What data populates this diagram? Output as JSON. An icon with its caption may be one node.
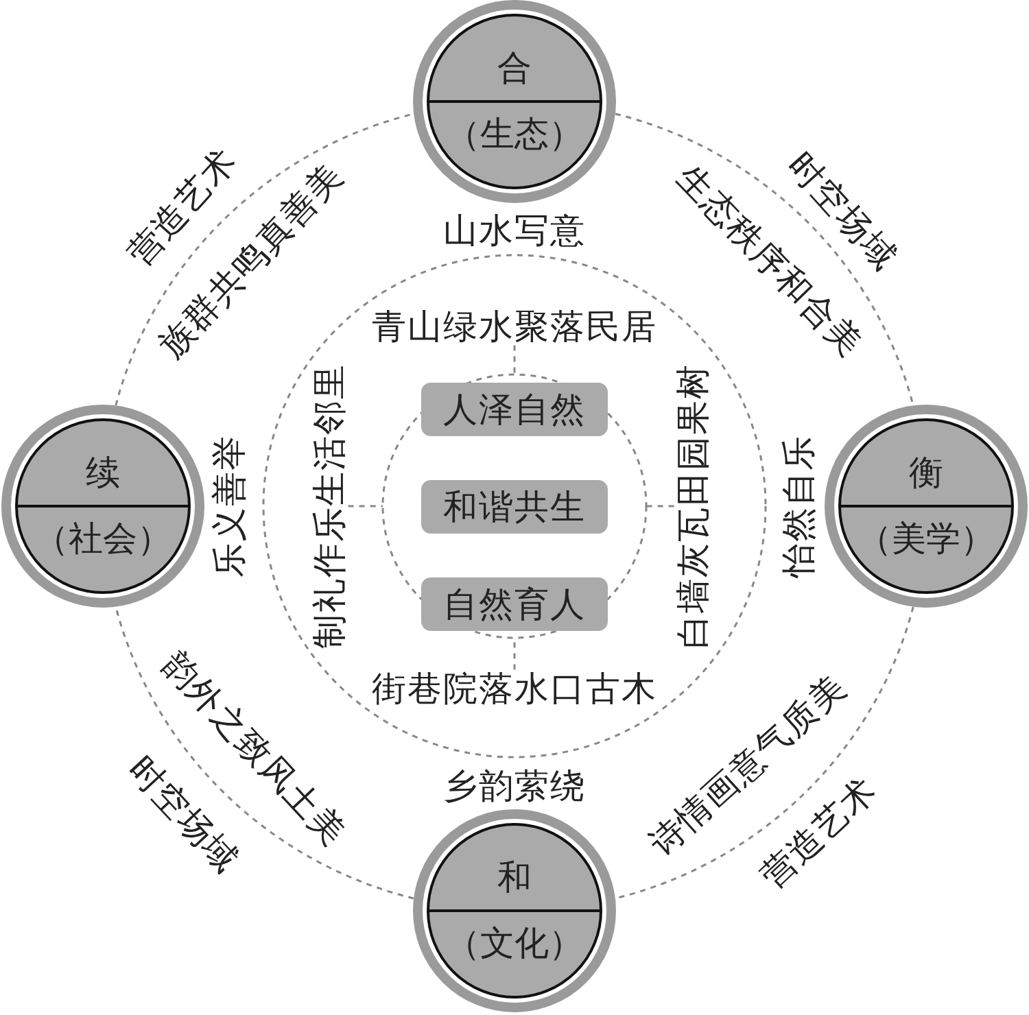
{
  "diagram": {
    "nodes": [
      {
        "text": [
          "合",
          "（生态）"
        ],
        "beside": [
          "山水写意"
        ]
      },
      {
        "text": [
          "续",
          "（社会）"
        ],
        "beside": [
          "乐义善举"
        ]
      },
      {
        "text": [
          "衡",
          "（美学）"
        ],
        "beside": [
          "怡然自乐"
        ]
      },
      {
        "text": [
          "和",
          "（文化）"
        ],
        "beside": [
          "乡韵萦绕"
        ]
      },
      {
        "text": [
          "青山绿水聚落民居"
        ]
      },
      {
        "text": [
          "制礼作乐生活邻里"
        ]
      },
      {
        "text": [],
        "shape": "circle"
      },
      {
        "text": [
          "人泽自然"
        ],
        "in": 6
      },
      {
        "text": [
          "和谐共生"
        ],
        "in": 6
      },
      {
        "text": [
          "自然育人"
        ],
        "in": 6
      },
      {
        "text": [
          "白墙灰瓦田园果树"
        ]
      },
      {
        "text": [
          "街巷院落水口古木"
        ]
      }
    ],
    "edges": [
      {
        "from": 0,
        "to": 2,
        "arrow": "none",
        "style": "dashed"
      },
      {
        "from": 2,
        "to": 3,
        "arrow": "none",
        "style": "dashed"
      },
      {
        "from": 3,
        "to": 1,
        "arrow": "none",
        "style": "dashed"
      },
      {
        "from": 1,
        "to": 0,
        "arrow": "none",
        "style": "dashed"
      },
      {
        "from": 4,
        "to": 6,
        "arrow": "none",
        "style": "dashed"
      },
      {
        "from": 5,
        "to": 6,
        "arrow": "none",
        "style": "dashed"
      },
      {
        "from": 10,
        "to": 6,
        "arrow": "none",
        "style": "dashed"
      },
      {
        "from": 11,
        "to": 6,
        "arrow": "none",
        "style": "dashed"
      }
    ],
    "labels": [
      "营造艺术",
      "时空场域",
      "族群共鸣真善美",
      "生态秩序和合美",
      "韵外之致风土美",
      "诗情画意气质美",
      "时空场域",
      "营造艺术"
    ]
  }
}
